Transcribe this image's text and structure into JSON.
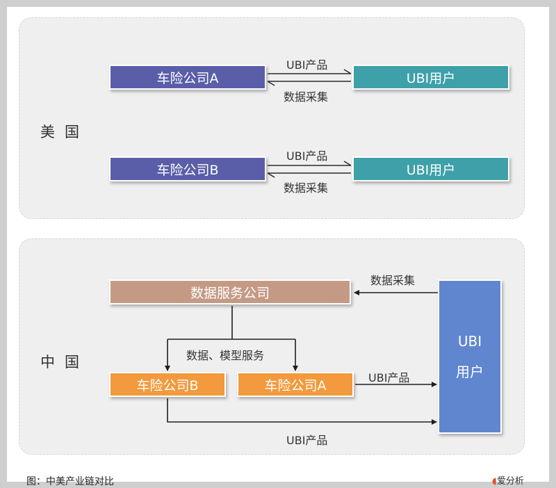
{
  "us": {
    "region_label": "美国",
    "company_a": "车险公司A",
    "company_b": "车险公司B",
    "ubi_user": "UBI用户",
    "product_label": "UBI产品",
    "collect_label": "数据采集"
  },
  "cn": {
    "region_label": "中国",
    "data_service": "数据服务公司",
    "company_b": "车险公司B",
    "company_a": "车险公司A",
    "ubi_user_line1": "UBI",
    "ubi_user_line2": "用户",
    "collect_label": "数据采集",
    "service_label": "数据、模型服务",
    "product_label_a": "UBI产品",
    "product_label_b": "UBI产品"
  },
  "caption": "图：中美产业链对比",
  "brand": "爱分析",
  "colors": {
    "purple": "#5a5ea8",
    "teal": "#3ea0a9",
    "tan": "#c49a85",
    "orange": "#f29a3d",
    "blue": "#5f86cf"
  }
}
